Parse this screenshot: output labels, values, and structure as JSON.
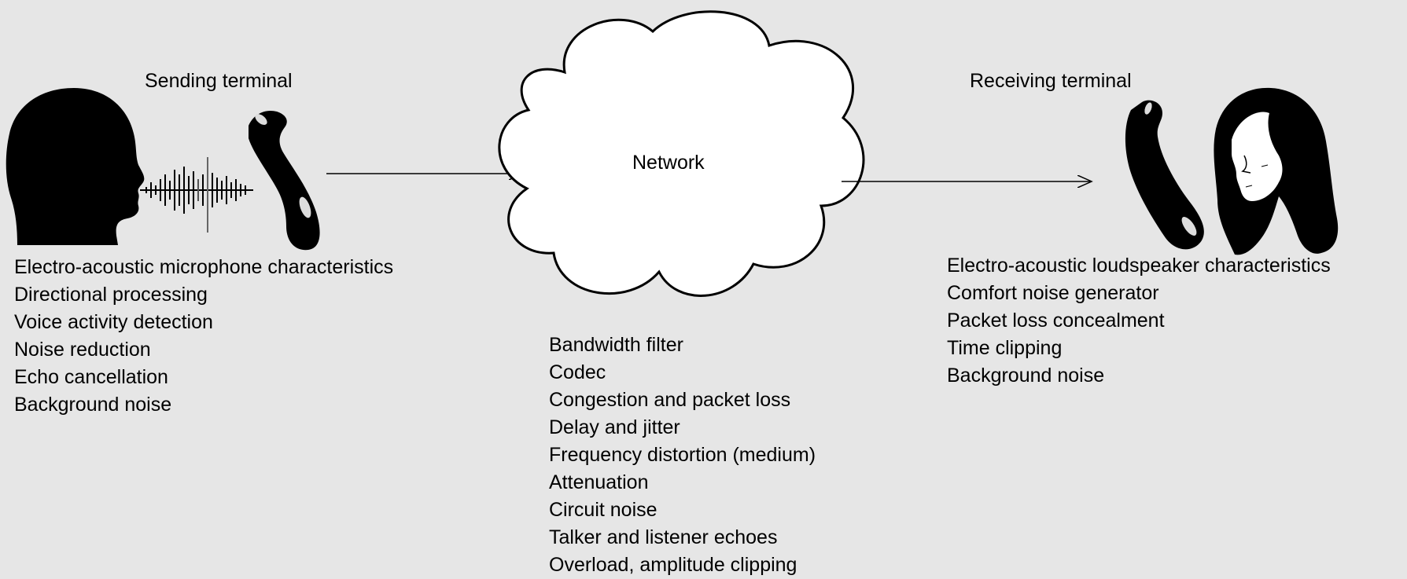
{
  "sending": {
    "title": "Sending terminal",
    "items": [
      "Electro-acoustic microphone characteristics",
      "Directional processing",
      "Voice activity detection",
      "Noise reduction",
      "Echo cancellation",
      "Background noise"
    ]
  },
  "network": {
    "title": "Network",
    "items": [
      "Bandwidth filter",
      "Codec",
      "Congestion and packet loss",
      "Delay and jitter",
      "Frequency distortion (medium)",
      "Attenuation",
      "Circuit noise",
      "Talker and listener echoes",
      "Overload, amplitude clipping"
    ]
  },
  "receiving": {
    "title": "Receiving terminal",
    "items": [
      "Electro-acoustic loudspeaker characteristics",
      "Comfort noise generator",
      "Packet loss concealment",
      "Time clipping",
      "Background noise"
    ]
  },
  "icons": {
    "talker": "head-silhouette-icon",
    "waveform": "sound-wave-icon",
    "sender_handset": "telephone-handset-icon",
    "receiver_handset": "telephone-handset-icon",
    "listener": "woman-face-icon",
    "network": "cloud-icon"
  },
  "colors": {
    "background": "#e6e6e6",
    "ink": "#000000",
    "cloud_fill": "#ffffff"
  }
}
